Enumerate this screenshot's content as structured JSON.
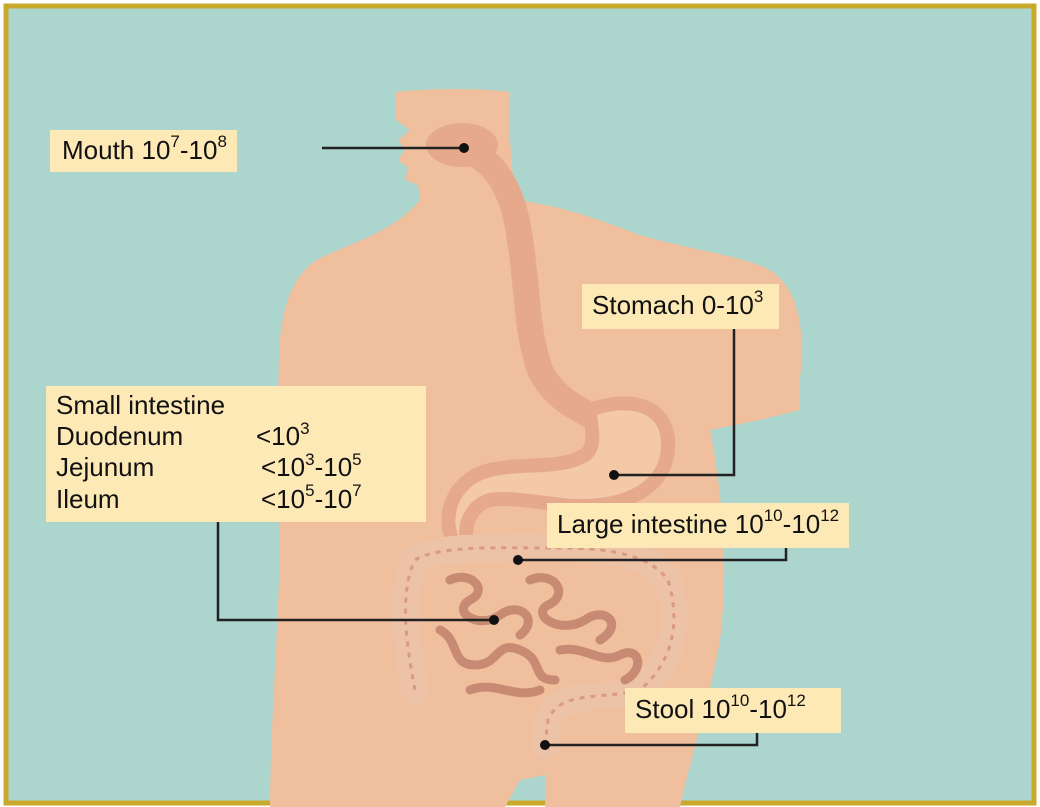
{
  "colors": {
    "background": "#acd5ce",
    "body": "#efbf9e",
    "border": "#c9a92c",
    "label_bg": "#fde9b5",
    "tract": "#e6a98c",
    "leader": "#222222"
  },
  "labels": {
    "mouth": {
      "text": "Mouth 10",
      "exp1": "7",
      "sep": "-10",
      "exp2": "8"
    },
    "stomach": {
      "text": "Stomach 0-10",
      "exp1": "3"
    },
    "small_intestine": {
      "title": "Small intestine",
      "rows": [
        {
          "name": "Duodenum",
          "value": "<10",
          "exp1": "3",
          "sep": "",
          "exp2": ""
        },
        {
          "name": "Jejunum",
          "value": "<10",
          "exp1": "3",
          "sep": "-10",
          "exp2": "5"
        },
        {
          "name": "Ileum",
          "value": "<10",
          "exp1": "5",
          "sep": "-10",
          "exp2": "7"
        }
      ]
    },
    "large_intestine": {
      "text": "Large intestine 10",
      "exp1": "10",
      "sep": "-10",
      "exp2": "12"
    },
    "stool": {
      "text": "Stool 10",
      "exp1": "10",
      "sep": "-10",
      "exp2": "12"
    }
  }
}
